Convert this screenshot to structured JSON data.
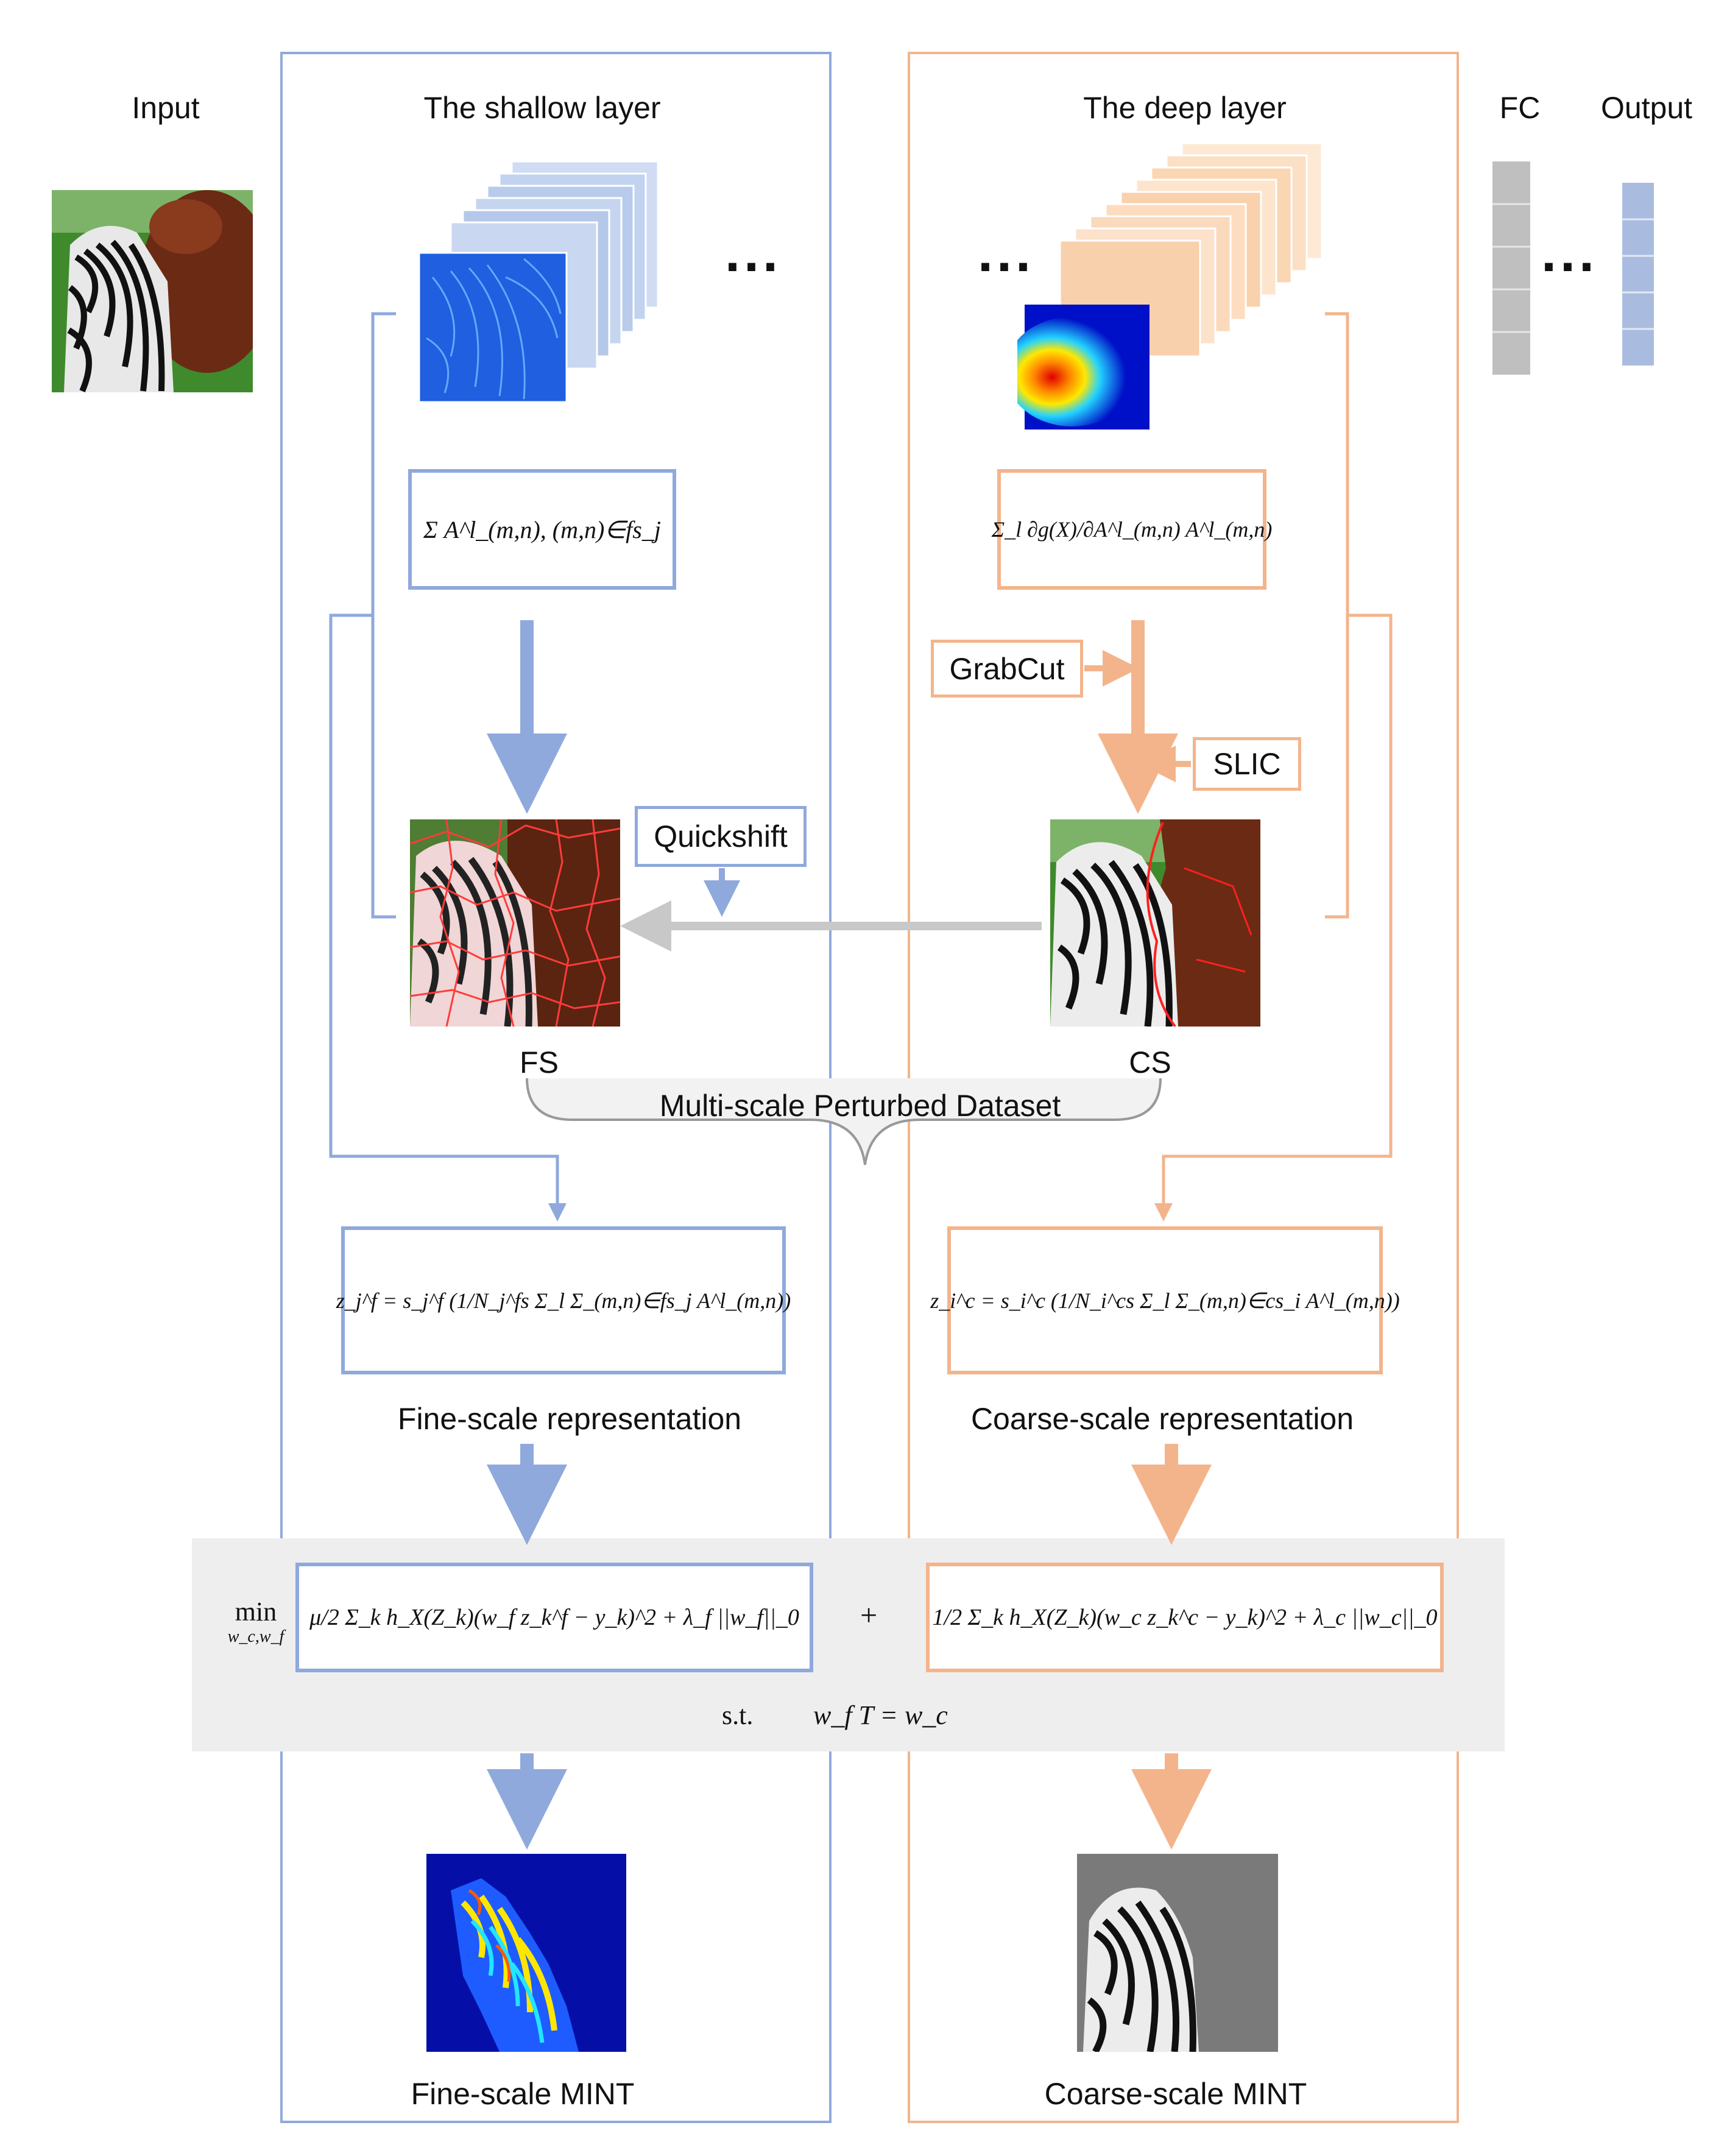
{
  "labels": {
    "input": "Input",
    "shallow": "The shallow layer",
    "deep": "The deep layer",
    "fc": "FC",
    "output": "Output",
    "fs": "FS",
    "cs": "CS",
    "dataset": "Multi-scale Perturbed Dataset",
    "fine_rep": "Fine-scale representation",
    "coarse_rep": "Coarse-scale representation",
    "fine_mint": "Fine-scale MINT",
    "coarse_mint": "Coarse-scale MINT",
    "ellipsis": "..."
  },
  "tools": {
    "grabcut": "GrabCut",
    "slic": "SLIC",
    "quickshift": "Quickshift"
  },
  "formulas": {
    "shallow_sum": "Σ A^l_(m,n), (m,n)∈fs_j",
    "deep_grad": "Σ_l ∂g(X)/∂A^l_(m,n) A^l_(m,n)",
    "fine_z": "z_j^f = s_j^f (1/N_j^fs Σ_l Σ_(m,n)∈fs_j A^l_(m,n))",
    "coarse_z": "z_i^c = s_i^c (1/N_i^cs Σ_l Σ_(m,n)∈cs_i A^l_(m,n))",
    "min_label": "min",
    "min_sub": "w_c,w_f",
    "fine_obj": "μ/2 Σ_k h_X(Z_k)(w_f z_k^f − y_k)^2 + λ_f ||w_f||_0",
    "plus": "+",
    "coarse_obj": "1/2 Σ_k h_X(Z_k)(w_c z_k^c − y_k)^2 + λ_c ||w_c||_0",
    "st": "s.t.",
    "constraint": "w_f T = w_c"
  },
  "colors": {
    "blue": "#8fa9dc",
    "orange": "#f3b48c",
    "gray_arrow": "#c8c8c8",
    "band": "#eeeeee"
  }
}
